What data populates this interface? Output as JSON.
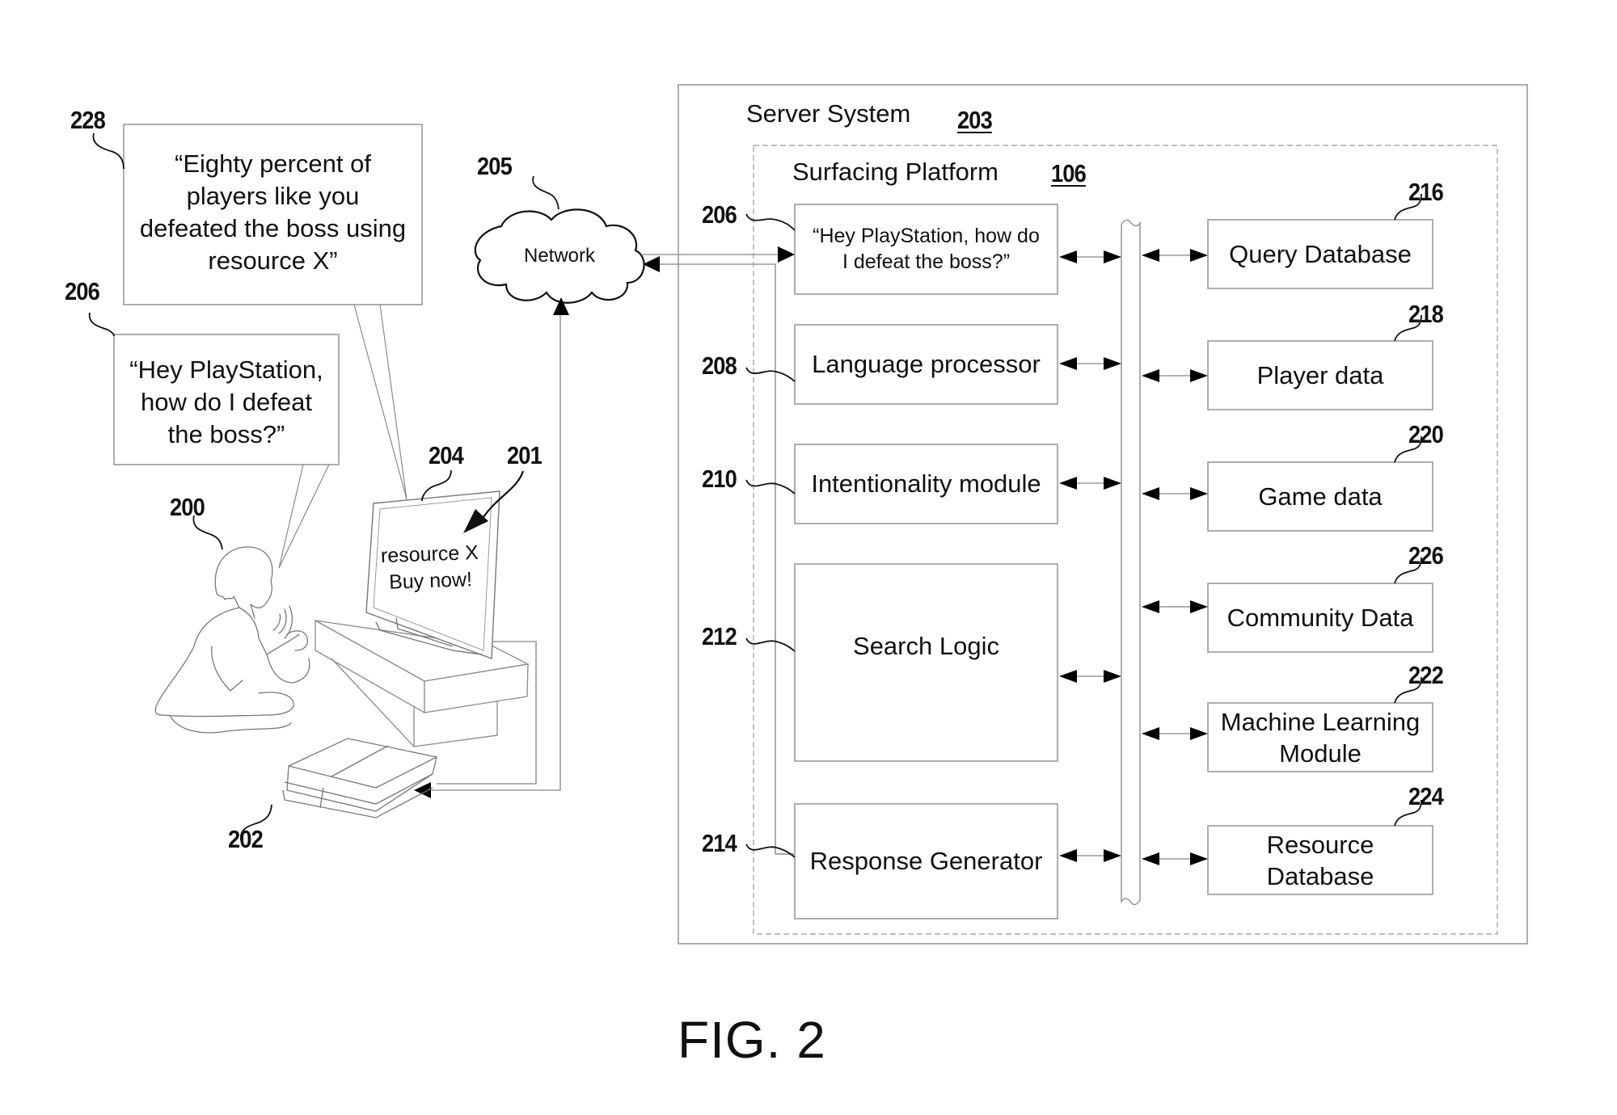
{
  "figure": {
    "caption": "FIG. 2"
  },
  "scene": {
    "user_label": "200",
    "console_label": "202",
    "display_label": "204",
    "ad_label": "201",
    "display_text_line1": "resource X",
    "display_text_line2": "Buy now!",
    "query_bubble": {
      "label": "206",
      "lines": [
        "“Hey PlayStation,",
        "how do I defeat",
        "the boss?”"
      ]
    },
    "response_bubble": {
      "label": "228",
      "lines": [
        "“Eighty percent of",
        "players like you",
        "defeated the boss using",
        "resource X”"
      ]
    }
  },
  "network": {
    "label": "205",
    "text": "Network"
  },
  "server_system": {
    "title": "Server System",
    "ref": "203",
    "surfacing_platform": {
      "title": "Surfacing Platform",
      "ref": "106",
      "modules": [
        {
          "ref": "206",
          "lines": [
            "“Hey PlayStation, how do",
            "I defeat the boss?”"
          ]
        },
        {
          "ref": "208",
          "lines": [
            "Language processor"
          ]
        },
        {
          "ref": "210",
          "lines": [
            "Intentionality module"
          ]
        },
        {
          "ref": "212",
          "lines": [
            "Search Logic"
          ]
        },
        {
          "ref": "214",
          "lines": [
            "Response Generator"
          ]
        }
      ],
      "data_stores": [
        {
          "ref": "216",
          "lines": [
            "Query Database"
          ]
        },
        {
          "ref": "218",
          "lines": [
            "Player data"
          ]
        },
        {
          "ref": "220",
          "lines": [
            "Game data"
          ]
        },
        {
          "ref": "226",
          "lines": [
            "Community Data"
          ]
        },
        {
          "ref": "222",
          "lines": [
            "Machine Learning",
            "Module"
          ]
        },
        {
          "ref": "224",
          "lines": [
            "Resource",
            "Database"
          ]
        }
      ]
    }
  },
  "colors": {
    "line": "#9a9a9a",
    "dark_line": "#111111",
    "arrow": "#000000",
    "dashed": "#a8a8a8"
  }
}
